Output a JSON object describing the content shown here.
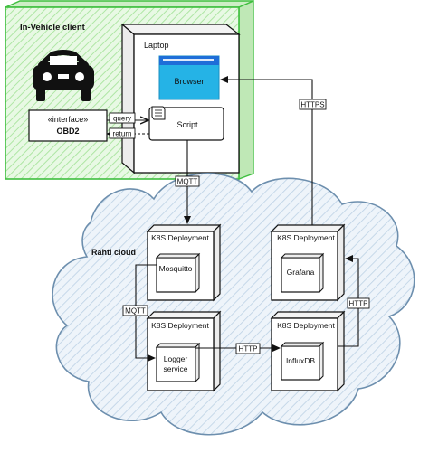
{
  "vehicle": {
    "title": "In-Vehicle client",
    "interface_label": "«interface»",
    "obd_label": "OBD2",
    "car_icon": "car-icon"
  },
  "laptop": {
    "title": "Laptop",
    "browser_label": "Browser",
    "script_label": "Script",
    "script_icon": "script-icon"
  },
  "cloud": {
    "title": "Rahti cloud"
  },
  "deployments": {
    "mosquitto": {
      "header": "K8S Deployment",
      "label": "Mosquitto"
    },
    "grafana": {
      "header": "K8S Deployment",
      "label": "Grafana"
    },
    "logger": {
      "header": "K8S Deployment",
      "label_line1": "Logger",
      "label_line2": "service"
    },
    "influx": {
      "header": "K8S Deployment",
      "label": "InfluxDB"
    }
  },
  "edges": {
    "query": "query",
    "return": "return",
    "mqtt_top": "MQTT",
    "https": "HTTPS",
    "mqtt_left": "MQTT",
    "http_mid": "HTTP",
    "http_right": "HTTP"
  },
  "colors": {
    "vehicle_fill": "#d9f5d3",
    "vehicle_border": "#3fbf3f",
    "cloud_fill": "#dbe8f3",
    "cloud_border": "#6d8fae",
    "browser_bar": "#1e6ed8",
    "browser_fill": "#25b3e6"
  }
}
